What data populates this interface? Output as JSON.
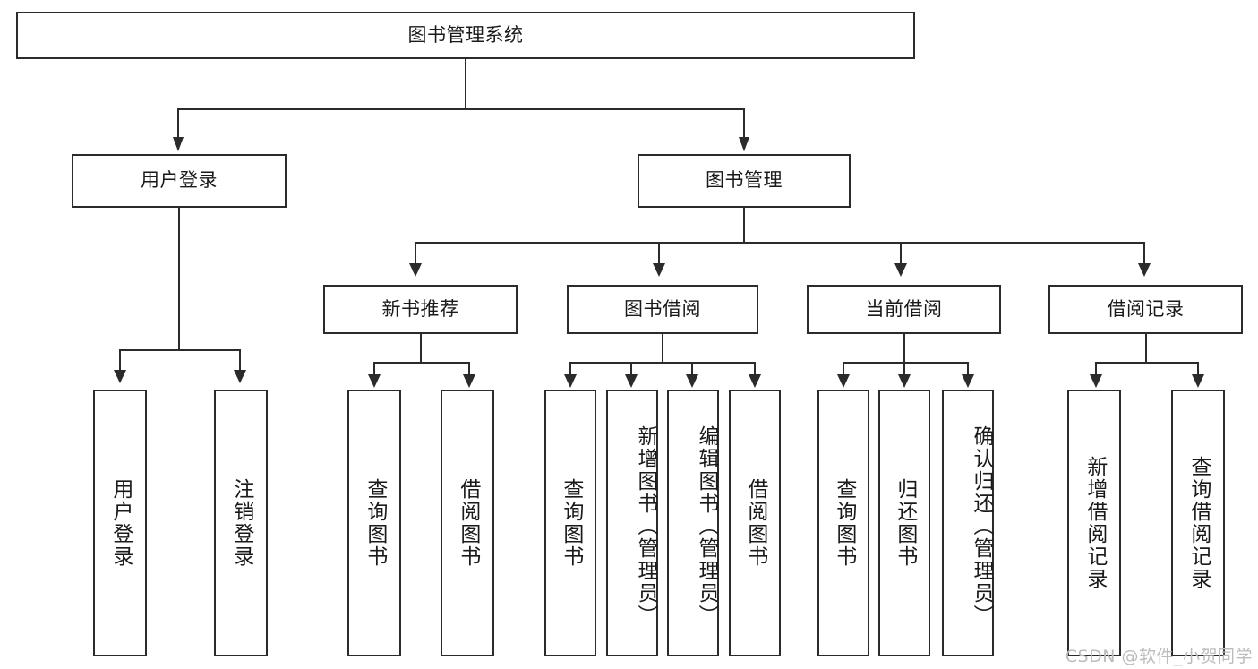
{
  "diagram": {
    "title": "图书管理系统",
    "type": "tree",
    "watermark": "CSDN @软件_小贺同学",
    "colors": {
      "stroke": "#2b2b2b",
      "fill": "#ffffff",
      "text": "#1a1a1a",
      "watermark": "#bcbcbc"
    },
    "root": {
      "label": "图书管理系统"
    },
    "level1": [
      {
        "label": "用户登录"
      },
      {
        "label": "图书管理"
      }
    ],
    "level2": [
      {
        "label": "新书推荐"
      },
      {
        "label": "图书借阅"
      },
      {
        "label": "当前借阅"
      },
      {
        "label": "借阅记录"
      }
    ],
    "leaves": {
      "user_login": [
        {
          "label": "用户登录"
        },
        {
          "label": "注销登录"
        }
      ],
      "new_book_recommend": [
        {
          "label": "查询图书"
        },
        {
          "label": "借阅图书"
        }
      ],
      "book_borrow": [
        {
          "label": "查询图书"
        },
        {
          "label": "新增图书（管理员）"
        },
        {
          "label": "编辑图书（管理员）"
        },
        {
          "label": "借阅图书"
        }
      ],
      "current_borrow": [
        {
          "label": "查询图书"
        },
        {
          "label": "归还图书"
        },
        {
          "label": "确认归还（管理员）"
        }
      ],
      "borrow_record": [
        {
          "label": "新增借阅记录"
        },
        {
          "label": "查询借阅记录"
        }
      ]
    }
  }
}
